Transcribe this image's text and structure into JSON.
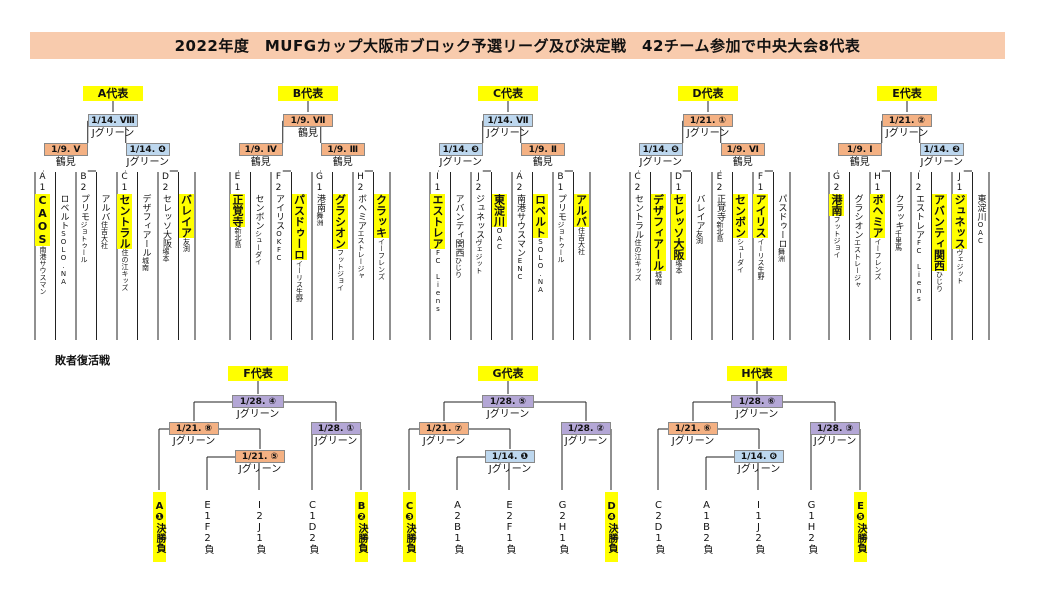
{
  "title": "2022年度　MUFGカップ大阪市ブロック予選リーグ及び決定戦　42チーム参加で中央大会8代表",
  "loser_label": "敗者復活戦",
  "upper_groups": [
    {
      "rep": "A代表",
      "top": {
        "label": "1/14. Ⅷ",
        "venue": "Jグリーン",
        "c": "b"
      },
      "left": {
        "label": "1/9. Ⅴ",
        "venue": "鶴見",
        "c": "o"
      },
      "right": {
        "label": "1/14. ❹",
        "venue": "Jグリーン",
        "c": "b"
      },
      "teams": [
        {
          "code": "A",
          "num": "1",
          "name": "CAOS",
          "hl": true,
          "sub": "南港サウスマン"
        },
        {
          "code": "",
          "num": "",
          "name": "ロベルト",
          "hl": false,
          "sub": "SOLO.NA"
        },
        {
          "code": "B",
          "num": "2",
          "name": "プリモ",
          "hl": false,
          "sub": "ジョトゥール"
        },
        {
          "code": "",
          "num": "",
          "name": "アルバ",
          "hl": false,
          "sub": "住吉大社"
        },
        {
          "code": "C",
          "num": "1",
          "name": "セントラル",
          "hl": true,
          "sub": "住の江キッズ"
        },
        {
          "code": "",
          "num": "",
          "name": "デザフィアール",
          "hl": false,
          "sub": "城南"
        },
        {
          "code": "D",
          "num": "2",
          "name": "セレッソ大阪",
          "hl": false,
          "sub": "塚本"
        },
        {
          "code": "",
          "num": "",
          "name": "バレイア",
          "hl": true,
          "sub": "友渕"
        }
      ]
    },
    {
      "rep": "B代表",
      "top": {
        "label": "1/9. Ⅶ",
        "venue": "鶴見",
        "c": "o"
      },
      "left": {
        "label": "1/9. Ⅳ",
        "venue": "鶴見",
        "c": "o"
      },
      "right": {
        "label": "1/9. Ⅲ",
        "venue": "鶴見",
        "c": "o"
      },
      "teams": [
        {
          "code": "E",
          "num": "1",
          "name": "正覚寺",
          "hl": true,
          "sub": "新北島"
        },
        {
          "code": "",
          "num": "",
          "name": "センボン",
          "hl": false,
          "sub": "シューダイ"
        },
        {
          "code": "F",
          "num": "2",
          "name": "アイリス",
          "hl": false,
          "sub": "OKFC"
        },
        {
          "code": "",
          "num": "",
          "name": "パスドゥーロ",
          "hl": true,
          "sub": "イーリス生野"
        },
        {
          "code": "G",
          "num": "1",
          "name": "港南",
          "hl": false,
          "sub": "舞洲"
        },
        {
          "code": "",
          "num": "",
          "name": "グラシオン",
          "hl": true,
          "sub": "フットジョイ"
        },
        {
          "code": "H",
          "num": "2",
          "name": "ボヘミア",
          "hl": false,
          "sub": "エストレージャ"
        },
        {
          "code": "",
          "num": "",
          "name": "クラッキ",
          "hl": true,
          "sub": "イーフレンズ"
        }
      ]
    },
    {
      "rep": "C代表",
      "top": {
        "label": "1/14. Ⅶ",
        "venue": "Jグリーン",
        "c": "b"
      },
      "left": {
        "label": "1/14. ❸",
        "venue": "Jグリーン",
        "c": "b"
      },
      "right": {
        "label": "1/9. Ⅱ",
        "venue": "鶴見",
        "c": "o"
      },
      "teams": [
        {
          "code": "I",
          "num": "1",
          "name": "エストレア",
          "hl": true,
          "sub": "FC Liens"
        },
        {
          "code": "",
          "num": "",
          "name": "アバンティ関西",
          "hl": false,
          "sub": "ひじり"
        },
        {
          "code": "J",
          "num": "2",
          "name": "ジュネッス",
          "hl": false,
          "sub": "ヴェジット"
        },
        {
          "code": "",
          "num": "",
          "name": "東淀川",
          "hl": true,
          "sub": "OAC"
        },
        {
          "code": "A",
          "num": "2",
          "name": "南港サウスマン",
          "hl": false,
          "sub": "ENC"
        },
        {
          "code": "",
          "num": "",
          "name": "ロベルト",
          "hl": true,
          "sub": "SOLO.NA"
        },
        {
          "code": "B",
          "num": "1",
          "name": "プリモ",
          "hl": false,
          "sub": "ジョトゥール"
        },
        {
          "code": "",
          "num": "",
          "name": "アルバ",
          "hl": true,
          "sub": "住吉大社"
        }
      ]
    },
    {
      "rep": "D代表",
      "top": {
        "label": "1/21. ①",
        "venue": "Jグリーン",
        "c": "o"
      },
      "left": {
        "label": "1/14. ❺",
        "venue": "Jグリーン",
        "c": "b"
      },
      "right": {
        "label": "1/9. Ⅵ",
        "venue": "鶴見",
        "c": "o"
      },
      "teams": [
        {
          "code": "C",
          "num": "2",
          "name": "セントラル",
          "hl": false,
          "sub": "住の江キッズ"
        },
        {
          "code": "",
          "num": "",
          "name": "デザフィアール",
          "hl": true,
          "sub": "城南"
        },
        {
          "code": "D",
          "num": "1",
          "name": "セレッソ大阪",
          "hl": true,
          "sub": "塚本"
        },
        {
          "code": "",
          "num": "",
          "name": "バレイア",
          "hl": false,
          "sub": "友渕"
        },
        {
          "code": "E",
          "num": "2",
          "name": "正覚寺",
          "hl": false,
          "sub": "新北島"
        },
        {
          "code": "",
          "num": "",
          "name": "センボン",
          "hl": true,
          "sub": "シューダイ"
        },
        {
          "code": "F",
          "num": "1",
          "name": "アイリス",
          "hl": true,
          "sub": "イーリス生野"
        },
        {
          "code": "",
          "num": "",
          "name": "パスドゥーロ",
          "hl": false,
          "sub": "舞洲"
        }
      ]
    },
    {
      "rep": "E代表",
      "top": {
        "label": "1/21. ②",
        "venue": "Jグリーン",
        "c": "o"
      },
      "left": {
        "label": "1/9. Ⅰ",
        "venue": "鶴見",
        "c": "o"
      },
      "right": {
        "label": "1/14. ❷",
        "venue": "Jグリーン",
        "c": "b"
      },
      "teams": [
        {
          "code": "G",
          "num": "2",
          "name": "港南",
          "hl": true,
          "sub": "フットジョイ"
        },
        {
          "code": "",
          "num": "",
          "name": "グラシオン",
          "hl": false,
          "sub": "エストレージャ"
        },
        {
          "code": "H",
          "num": "1",
          "name": "ボヘミア",
          "hl": true,
          "sub": "イーフレンズ"
        },
        {
          "code": "",
          "num": "",
          "name": "クラッキ",
          "hl": false,
          "sub": "千里馬"
        },
        {
          "code": "I",
          "num": "2",
          "name": "エストレア",
          "hl": false,
          "sub": "FC Liens"
        },
        {
          "code": "",
          "num": "",
          "name": "アバンティ関西",
          "hl": true,
          "sub": "ひじり"
        },
        {
          "code": "J",
          "num": "1",
          "name": "ジュネッス",
          "hl": true,
          "sub": "ヴェジット"
        },
        {
          "code": "",
          "num": "",
          "name": "東淀川",
          "hl": false,
          "sub": "OAC"
        }
      ]
    }
  ],
  "lower_groups": [
    {
      "rep": "F代表",
      "top": {
        "label": "1/28. ④",
        "venue": "Jグリーン",
        "c": "p"
      },
      "left": {
        "label": "1/21. ⑧",
        "venue": "Jグリーン",
        "c": "o"
      },
      "mid": {
        "label": "1/21. ⑤",
        "venue": "Jグリーン",
        "c": "o"
      },
      "right": {
        "label": "1/28. ①",
        "venue": "Jグリーン",
        "c": "p"
      },
      "slots": [
        {
          "text": "A❶決勝負",
          "hl": true
        },
        {
          "text": "E1F2負",
          "hl": false
        },
        {
          "text": "I2J1負",
          "hl": false
        },
        {
          "text": "C1D2負",
          "hl": false
        },
        {
          "text": "B❷決勝負",
          "hl": true
        }
      ]
    },
    {
      "rep": "G代表",
      "top": {
        "label": "1/28. ⑤",
        "venue": "Jグリーン",
        "c": "p"
      },
      "left": {
        "label": "1/21. ⑦",
        "venue": "Jグリーン",
        "c": "o"
      },
      "mid": {
        "label": "1/14. ❶",
        "venue": "Jグリーン",
        "c": "b"
      },
      "right": {
        "label": "1/28. ②",
        "venue": "Jグリーン",
        "c": "p"
      },
      "slots": [
        {
          "text": "C❸決勝負",
          "hl": true
        },
        {
          "text": "A2B1負",
          "hl": false
        },
        {
          "text": "E2F1負",
          "hl": false
        },
        {
          "text": "G2H1負",
          "hl": false
        },
        {
          "text": "D❹決勝負",
          "hl": true
        }
      ]
    },
    {
      "rep": "H代表",
      "top": {
        "label": "1/28. ⑥",
        "venue": "Jグリーン",
        "c": "p"
      },
      "left": {
        "label": "1/21. ⑥",
        "venue": "Jグリーン",
        "c": "o"
      },
      "mid": {
        "label": "1/14. ❻",
        "venue": "Jグリーン",
        "c": "b"
      },
      "right": {
        "label": "1/28. ③",
        "venue": "Jグリーン",
        "c": "p"
      },
      "slots": [
        {
          "text": "C2D1負",
          "hl": false
        },
        {
          "text": "A1B2負",
          "hl": false
        },
        {
          "text": "I1J2負",
          "hl": false
        },
        {
          "text": "G1H2負",
          "hl": false
        },
        {
          "text": "E❺決勝負",
          "hl": true
        }
      ]
    }
  ]
}
